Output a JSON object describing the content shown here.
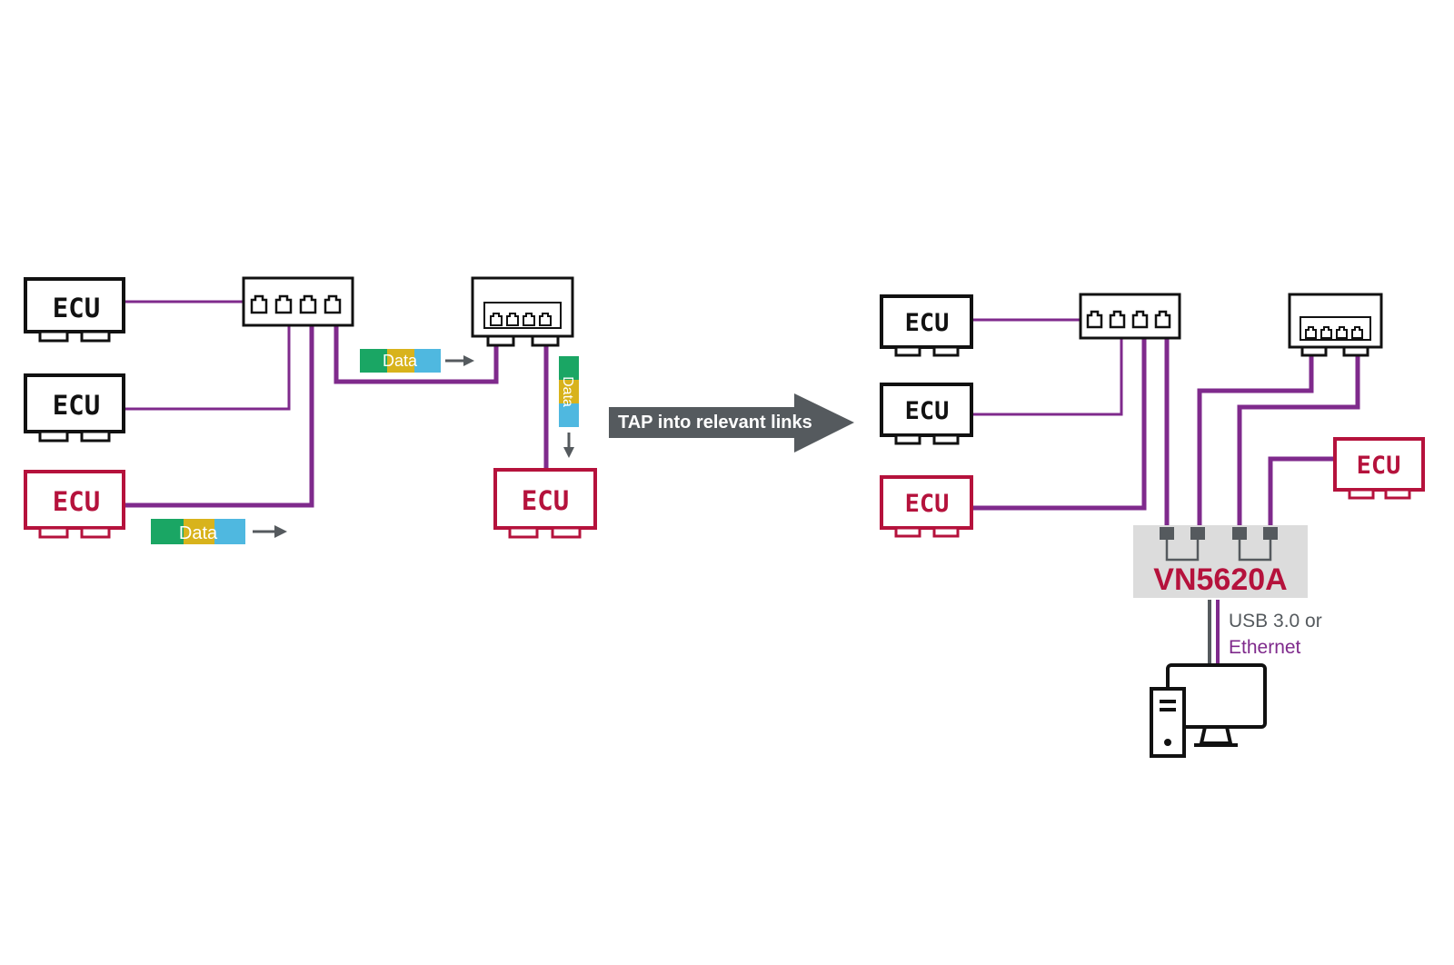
{
  "colors": {
    "purple": "#7f2a8c",
    "red": "#b5123c",
    "black": "#111111",
    "grey_arrow": "#555a5e",
    "device_bg": "#dcdcdc",
    "data_green": "#1aa664",
    "data_yellow": "#d8b31c",
    "data_blue": "#4fb8e0"
  },
  "labels": {
    "ecu": "ECU",
    "data": "Data",
    "tap_arrow": "TAP into relevant links",
    "device": "VN5620A",
    "connection_line1": "USB 3.0 or",
    "connection_line2": "Ethernet"
  },
  "icons": {
    "switch": "ethernet-switch-icon",
    "port": "rj45-port-icon",
    "computer": "desktop-computer-icon"
  }
}
